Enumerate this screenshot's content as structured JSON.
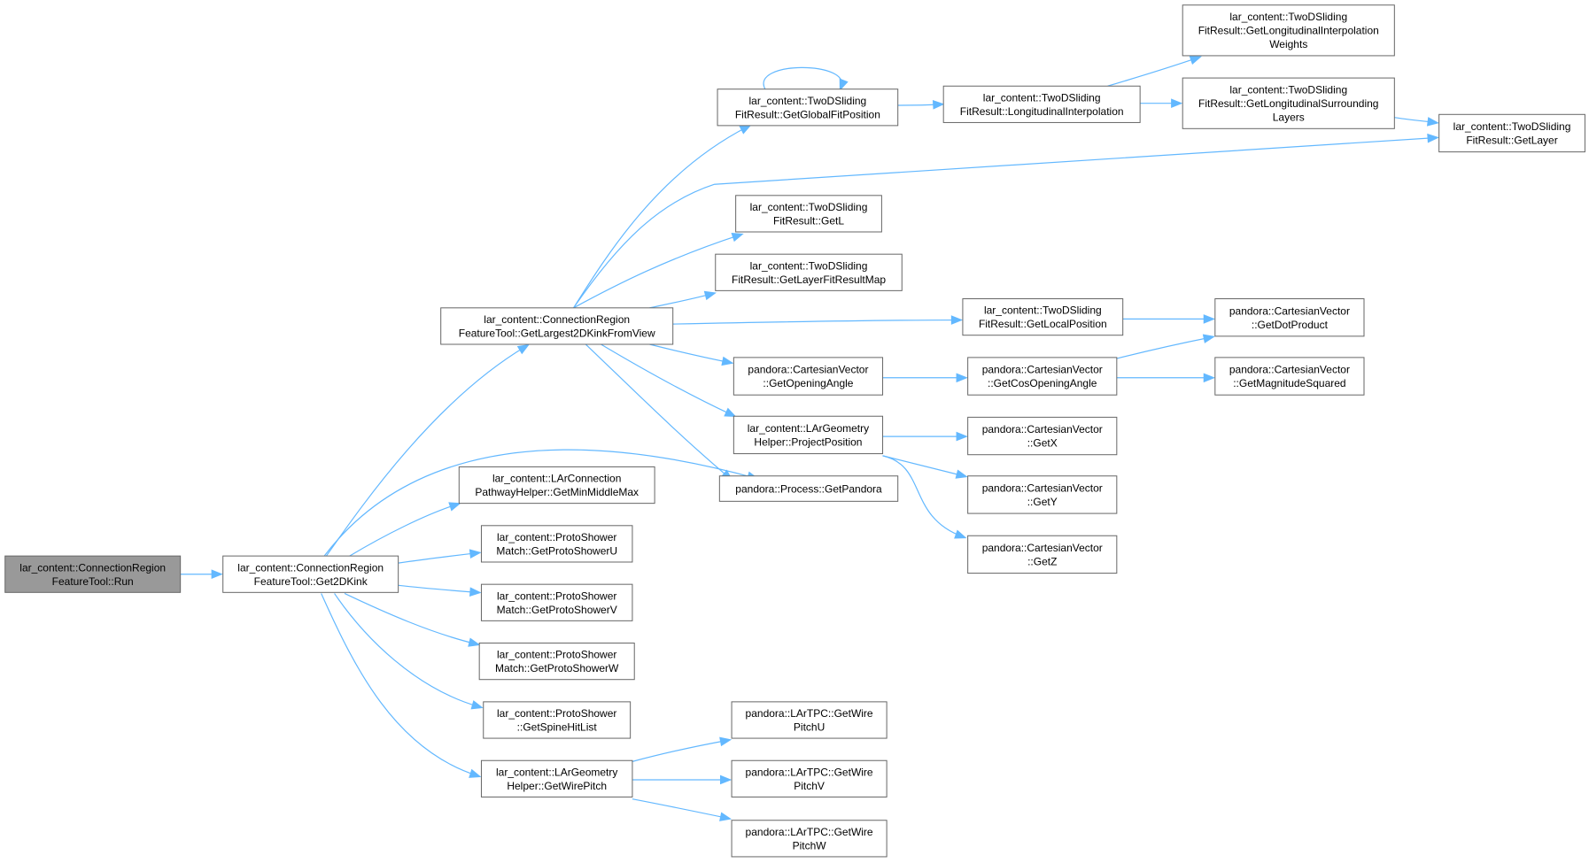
{
  "colors": {
    "edge": "#63b8ff",
    "node_border": "#666666",
    "node_fill": "#ffffff",
    "root_fill": "#999999"
  },
  "nodes": [
    {
      "id": "run",
      "lines": [
        "lar_content::ConnectionRegion",
        "FeatureTool::Run"
      ],
      "root": true
    },
    {
      "id": "get2dkink",
      "lines": [
        "lar_content::ConnectionRegion",
        "FeatureTool::Get2DKink"
      ]
    },
    {
      "id": "largest2dkink",
      "lines": [
        "lar_content::ConnectionRegion",
        "FeatureTool::GetLargest2DKinkFromView"
      ]
    },
    {
      "id": "minmiddlemax",
      "lines": [
        "lar_content::LArConnection",
        "PathwayHelper::GetMinMiddleMax"
      ]
    },
    {
      "id": "protoshoweru",
      "lines": [
        "lar_content::ProtoShower",
        "Match::GetProtoShowerU"
      ]
    },
    {
      "id": "protoshowerv",
      "lines": [
        "lar_content::ProtoShower",
        "Match::GetProtoShowerV"
      ]
    },
    {
      "id": "protoshowerw",
      "lines": [
        "lar_content::ProtoShower",
        "Match::GetProtoShowerW"
      ]
    },
    {
      "id": "spinehitlist",
      "lines": [
        "lar_content::ProtoShower",
        "::GetSpineHitList"
      ]
    },
    {
      "id": "getwirepitch",
      "lines": [
        "lar_content::LArGeometry",
        "Helper::GetWirePitch"
      ]
    },
    {
      "id": "globalfitpos",
      "lines": [
        "lar_content::TwoDSliding",
        "FitResult::GetGlobalFitPosition"
      ]
    },
    {
      "id": "getl",
      "lines": [
        "lar_content::TwoDSliding",
        "FitResult::GetL"
      ]
    },
    {
      "id": "layerfitresultmap",
      "lines": [
        "lar_content::TwoDSliding",
        "FitResult::GetLayerFitResultMap"
      ]
    },
    {
      "id": "openingangle",
      "lines": [
        "pandora::CartesianVector",
        "::GetOpeningAngle"
      ]
    },
    {
      "id": "projectposition",
      "lines": [
        "lar_content::LArGeometry",
        "Helper::ProjectPosition"
      ]
    },
    {
      "id": "getpandora",
      "lines": [
        "pandora::Process::GetPandora"
      ]
    },
    {
      "id": "wirepitchu",
      "lines": [
        "pandora::LArTPC::GetWire",
        "PitchU"
      ]
    },
    {
      "id": "wirepitchv",
      "lines": [
        "pandora::LArTPC::GetWire",
        "PitchV"
      ]
    },
    {
      "id": "wirepitchw",
      "lines": [
        "pandora::LArTPC::GetWire",
        "PitchW"
      ]
    },
    {
      "id": "longinterp",
      "lines": [
        "lar_content::TwoDSliding",
        "FitResult::LongitudinalInterpolation"
      ]
    },
    {
      "id": "localpos",
      "lines": [
        "lar_content::TwoDSliding",
        "FitResult::GetLocalPosition"
      ]
    },
    {
      "id": "cosopening",
      "lines": [
        "pandora::CartesianVector",
        "::GetCosOpeningAngle"
      ]
    },
    {
      "id": "getx",
      "lines": [
        "pandora::CartesianVector",
        "::GetX"
      ]
    },
    {
      "id": "gety",
      "lines": [
        "pandora::CartesianVector",
        "::GetY"
      ]
    },
    {
      "id": "getz",
      "lines": [
        "pandora::CartesianVector",
        "::GetZ"
      ]
    },
    {
      "id": "interpweights",
      "lines": [
        "lar_content::TwoDSliding",
        "FitResult::GetLongitudinalInterpolation",
        "Weights"
      ]
    },
    {
      "id": "surrounding",
      "lines": [
        "lar_content::TwoDSliding",
        "FitResult::GetLongitudinalSurrounding",
        "Layers"
      ]
    },
    {
      "id": "dotproduct",
      "lines": [
        "pandora::CartesianVector",
        "::GetDotProduct"
      ]
    },
    {
      "id": "magsquared",
      "lines": [
        "pandora::CartesianVector",
        "::GetMagnitudeSquared"
      ]
    },
    {
      "id": "getlayer",
      "lines": [
        "lar_content::TwoDSliding",
        "FitResult::GetLayer"
      ]
    }
  ],
  "edges": [
    {
      "from": "run",
      "to": "get2dkink"
    },
    {
      "from": "get2dkink",
      "to": "largest2dkink"
    },
    {
      "from": "get2dkink",
      "to": "minmiddlemax"
    },
    {
      "from": "get2dkink",
      "to": "protoshoweru"
    },
    {
      "from": "get2dkink",
      "to": "protoshowerv"
    },
    {
      "from": "get2dkink",
      "to": "protoshowerw"
    },
    {
      "from": "get2dkink",
      "to": "spinehitlist"
    },
    {
      "from": "get2dkink",
      "to": "getwirepitch"
    },
    {
      "from": "get2dkink",
      "to": "getpandora"
    },
    {
      "from": "largest2dkink",
      "to": "globalfitpos"
    },
    {
      "from": "largest2dkink",
      "to": "getl"
    },
    {
      "from": "largest2dkink",
      "to": "layerfitresultmap"
    },
    {
      "from": "largest2dkink",
      "to": "localpos"
    },
    {
      "from": "largest2dkink",
      "to": "openingangle"
    },
    {
      "from": "largest2dkink",
      "to": "projectposition"
    },
    {
      "from": "largest2dkink",
      "to": "getpandora"
    },
    {
      "from": "largest2dkink",
      "to": "getlayer"
    },
    {
      "from": "globalfitpos",
      "to": "globalfitpos"
    },
    {
      "from": "globalfitpos",
      "to": "longinterp"
    },
    {
      "from": "longinterp",
      "to": "interpweights"
    },
    {
      "from": "longinterp",
      "to": "surrounding"
    },
    {
      "from": "surrounding",
      "to": "getlayer"
    },
    {
      "from": "localpos",
      "to": "dotproduct"
    },
    {
      "from": "openingangle",
      "to": "cosopening"
    },
    {
      "from": "cosopening",
      "to": "dotproduct"
    },
    {
      "from": "cosopening",
      "to": "magsquared"
    },
    {
      "from": "projectposition",
      "to": "getx"
    },
    {
      "from": "projectposition",
      "to": "gety"
    },
    {
      "from": "projectposition",
      "to": "getz"
    },
    {
      "from": "getwirepitch",
      "to": "wirepitchu"
    },
    {
      "from": "getwirepitch",
      "to": "wirepitchv"
    },
    {
      "from": "getwirepitch",
      "to": "wirepitchw"
    }
  ]
}
